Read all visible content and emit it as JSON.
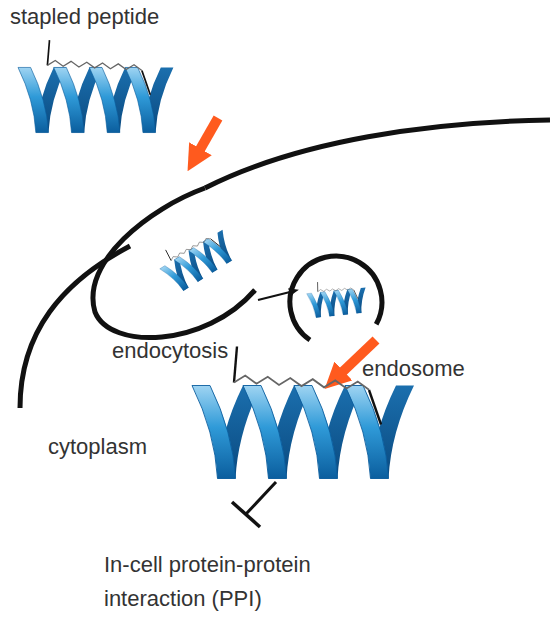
{
  "diagram": {
    "labels": [
      "stapled peptide",
      "endocytosis",
      "endosome",
      "cytoplasm",
      "In-cell protein-protein interaction (PPI)"
    ]
  }
}
